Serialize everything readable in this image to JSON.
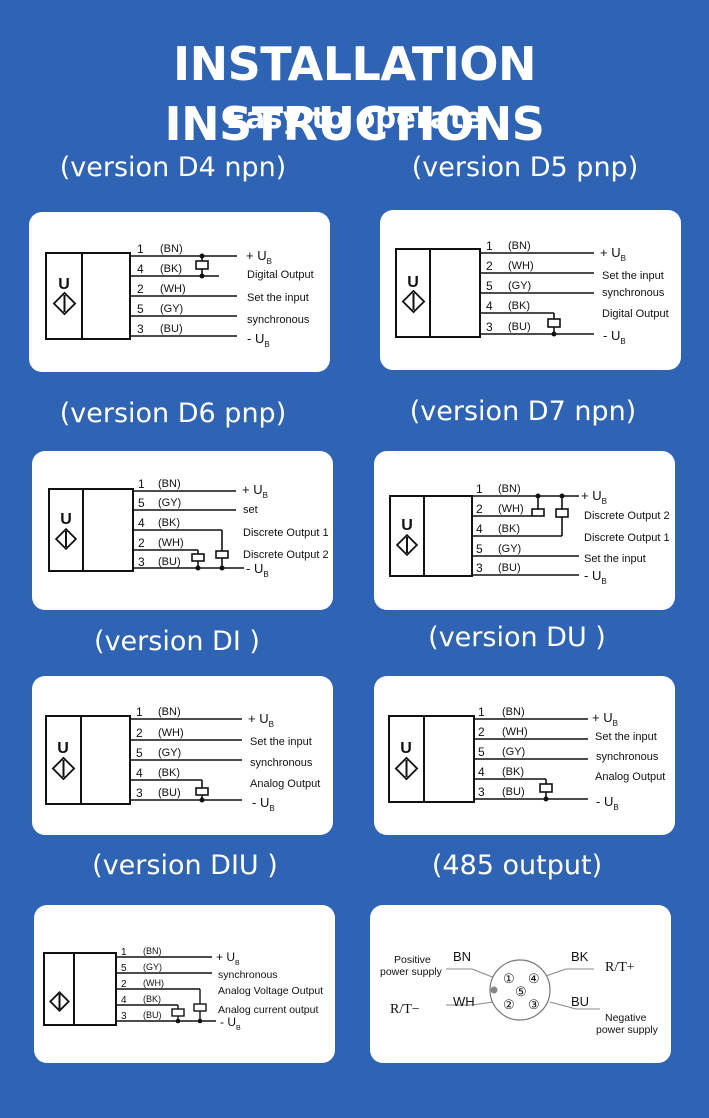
{
  "header": {
    "title": "INSTALLATION INSTRUCTIONS",
    "subtitle": "Easy to operate"
  },
  "common": {
    "sensor_label": "U",
    "ub_plus": "+ U",
    "ub_minus": "- U",
    "ub_sub": "B"
  },
  "versions": {
    "d4": {
      "label": "(version D4 npn)",
      "pins": [
        "1",
        "4",
        "2",
        "5",
        "3"
      ],
      "colors": [
        "(BN)",
        "(BK)",
        "(WH)",
        "(GY)",
        "(BU)"
      ],
      "signals": [
        "Digital Output",
        "Set the input",
        "synchronous"
      ]
    },
    "d5": {
      "label": "(version D5 pnp)",
      "pins": [
        "1",
        "2",
        "5",
        "4",
        "3"
      ],
      "colors": [
        "(BN)",
        "(WH)",
        "(GY)",
        "(BK)",
        "(BU)"
      ],
      "signals": [
        "Set the input",
        "synchronous",
        "Digital Output"
      ]
    },
    "d6": {
      "label": "(version D6 pnp)",
      "pins": [
        "1",
        "5",
        "4",
        "2",
        "3"
      ],
      "colors": [
        "(BN)",
        "(GY)",
        "(BK)",
        "(WH)",
        "(BU)"
      ],
      "signals": [
        "set",
        "Discrete Output 1",
        "Discrete Output 2"
      ]
    },
    "d7": {
      "label": "(version D7 npn)",
      "pins": [
        "1",
        "2",
        "4",
        "5",
        "3"
      ],
      "colors": [
        "(BN)",
        "(WH)",
        "(BK)",
        "(GY)",
        "(BU)"
      ],
      "signals": [
        "Discrete Output 2",
        "Discrete Output 1",
        "Set the input"
      ]
    },
    "di": {
      "label": "(version DI )",
      "pins": [
        "1",
        "2",
        "5",
        "4",
        "3"
      ],
      "colors": [
        "(BN)",
        "(WH)",
        "(GY)",
        "(BK)",
        "(BU)"
      ],
      "signals": [
        "Set the input",
        "synchronous",
        "Analog Output"
      ]
    },
    "du": {
      "label": "(version DU )",
      "pins": [
        "1",
        "2",
        "5",
        "4",
        "3"
      ],
      "colors": [
        "(BN)",
        "(WH)",
        "(GY)",
        "(BK)",
        "(BU)"
      ],
      "signals": [
        "Set the input",
        "synchronous",
        "Analog Output"
      ]
    },
    "diu": {
      "label": "(version DIU )",
      "pins": [
        "1",
        "5",
        "2",
        "4",
        "3"
      ],
      "colors": [
        "(BN)",
        "(GY)",
        "(WH)",
        "(BK)",
        "(BU)"
      ],
      "signals": [
        "synchronous",
        "Analog Voltage Output",
        "Analog current output"
      ]
    },
    "r485": {
      "label": "(485 output)",
      "positive": [
        "Positive",
        "power supply"
      ],
      "negative": [
        "Negative",
        "power supply"
      ],
      "bn": "BN",
      "bk": "BK",
      "wh": "WH",
      "bu": "BU",
      "rt_plus": "R/T+",
      "rt_minus": "R/T−",
      "pins": [
        "①",
        "④",
        "⑤",
        "②",
        "③"
      ]
    }
  }
}
